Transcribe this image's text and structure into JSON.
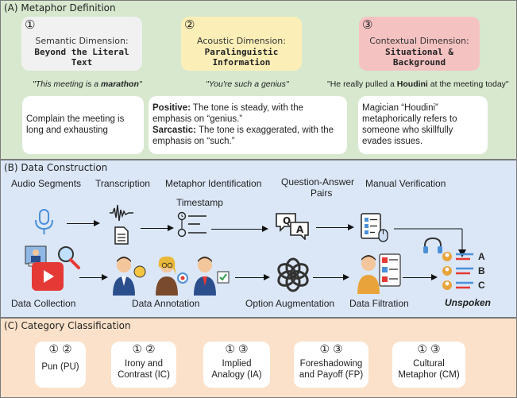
{
  "panel_a": {
    "title": "(A) Metaphor Definition",
    "dimensions": [
      {
        "num": "①",
        "line1": "Semantic Dimension:",
        "line2": "Beyond the Literal Text",
        "bg": "#f1f1f1"
      },
      {
        "num": "②",
        "line1": "Acoustic Dimension:",
        "line2": "Paralinguistic Information",
        "bg": "#fbefb7"
      },
      {
        "num": "③",
        "line1": "Contextual Dimension:",
        "line2": "Situational & Background",
        "bg": "#f5c2c2"
      }
    ],
    "quotes": [
      {
        "pre": "\"This meeting is a ",
        "em": "marathon",
        "post": "\""
      },
      {
        "pre": "\"You're ",
        "em": "such a genius",
        "post": "\""
      },
      {
        "pre": "\"He really pulled a ",
        "em": "Houdini",
        "post": " at the meeting today\""
      }
    ],
    "answers": {
      "semantic": "Complain the meeting is long and exhausting",
      "positive_label": "Positive:",
      "positive_text": " The tone is steady, with the emphasis on “genius.”",
      "sarcastic_label": "Sarcastic:",
      "sarcastic_text": " The tone is exaggerated, with the emphasis on “such.”",
      "contextual": "Magician “Houdini” metaphorically refers to someone who skillfully evades issues."
    }
  },
  "panel_b": {
    "title": "(B) Data Construction",
    "labels": {
      "audio_segments": "Audio Segments",
      "transcription": "Transcription",
      "metaphor_identification": "Metaphor Identification",
      "timestamp": "Timestamp",
      "qa_pairs_1": "Question-Answer",
      "qa_pairs_2": "Pairs",
      "manual_verification": "Manual Verification",
      "data_collection": "Data Collection",
      "data_annotation": "Data Annotation",
      "option_augmentation": "Option Augmentation",
      "data_filtration": "Data Filtration",
      "unspoken": "Unspoken"
    },
    "chat_q": "Q",
    "chat_a": "A",
    "options": [
      "A",
      "B",
      "C"
    ],
    "colors": {
      "blue": "#4a90d9",
      "red": "#e53935",
      "dark": "#222222"
    }
  },
  "panel_c": {
    "title": "(C) Category Classification",
    "categories": [
      {
        "nums": "①  ②",
        "name_line1": "Pun (PU)",
        "name_line2": ""
      },
      {
        "nums": "①  ②",
        "name_line1": "Irony and",
        "name_line2": "Contrast (IC)"
      },
      {
        "nums": "①  ③",
        "name_line1": "Implied",
        "name_line2": "Analogy (IA)"
      },
      {
        "nums": "①  ③",
        "name_line1": "Foreshadowing",
        "name_line2": "and Payoff (FP)"
      },
      {
        "nums": "①  ③",
        "name_line1": "Cultural",
        "name_line2": "Metaphor (CM)"
      }
    ]
  }
}
